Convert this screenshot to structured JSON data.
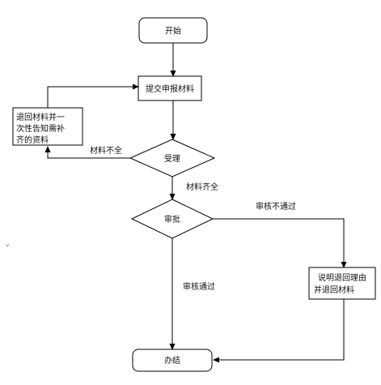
{
  "flowchart": {
    "nodes": {
      "start": "开始",
      "submit": "提交申报材料",
      "notify_line1": "退回材料并一",
      "notify_line2": "次性告知需补",
      "notify_line3": "齐的资料",
      "accept": "受理",
      "approve": "审批",
      "reason_line1": "说明退回理由",
      "reason_line2": "并退回材料",
      "finish": "办结"
    },
    "edges": {
      "incomplete": "材料不全",
      "complete": "材料齐全",
      "rejected": "审核不通过",
      "passed": "审核通过"
    }
  },
  "colors": {
    "stroke": "#000000",
    "fill": "#ffffff",
    "text": "#111111"
  }
}
